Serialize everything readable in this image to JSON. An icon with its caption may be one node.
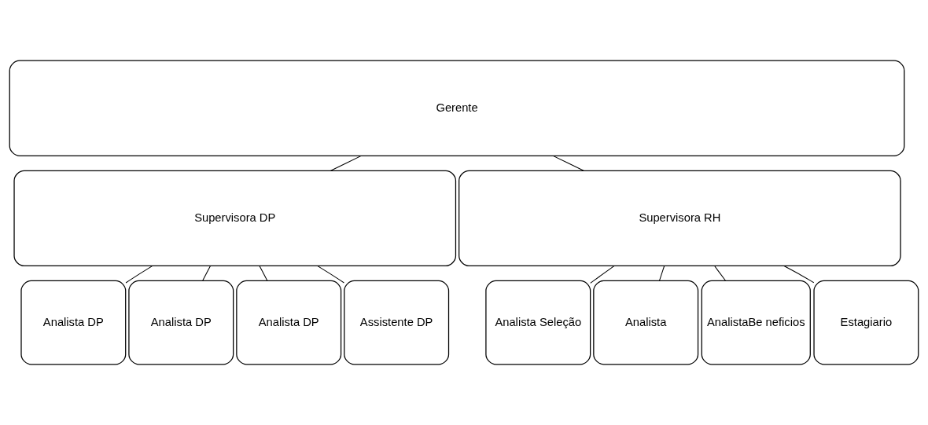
{
  "diagram": {
    "nodes": [
      {
        "text": [
          "Gerente"
        ]
      },
      {
        "text": [
          "Supervisora DP"
        ]
      },
      {
        "text": [
          "Supervisora RH"
        ]
      },
      {
        "text": [
          "Analista DP"
        ]
      },
      {
        "text": [
          "Analista DP"
        ]
      },
      {
        "text": [
          "Analista DP"
        ]
      },
      {
        "text": [
          "Assistente DP"
        ]
      },
      {
        "text": [
          "Analista Seleção"
        ]
      },
      {
        "text": [
          "Analista"
        ]
      },
      {
        "text": [
          "AnalistaBe neficios"
        ]
      },
      {
        "text": [
          "Estagiario"
        ]
      }
    ],
    "edges": [
      {
        "from": 0,
        "to": 1,
        "arrow": "none"
      },
      {
        "from": 0,
        "to": 2,
        "arrow": "none"
      },
      {
        "from": 1,
        "to": 3,
        "arrow": "none"
      },
      {
        "from": 1,
        "to": 4,
        "arrow": "none"
      },
      {
        "from": 1,
        "to": 5,
        "arrow": "none"
      },
      {
        "from": 1,
        "to": 6,
        "arrow": "none"
      },
      {
        "from": 2,
        "to": 7,
        "arrow": "none"
      },
      {
        "from": 2,
        "to": 8,
        "arrow": "none"
      },
      {
        "from": 2,
        "to": 9,
        "arrow": "none"
      },
      {
        "from": 2,
        "to": 10,
        "arrow": "none"
      }
    ]
  }
}
